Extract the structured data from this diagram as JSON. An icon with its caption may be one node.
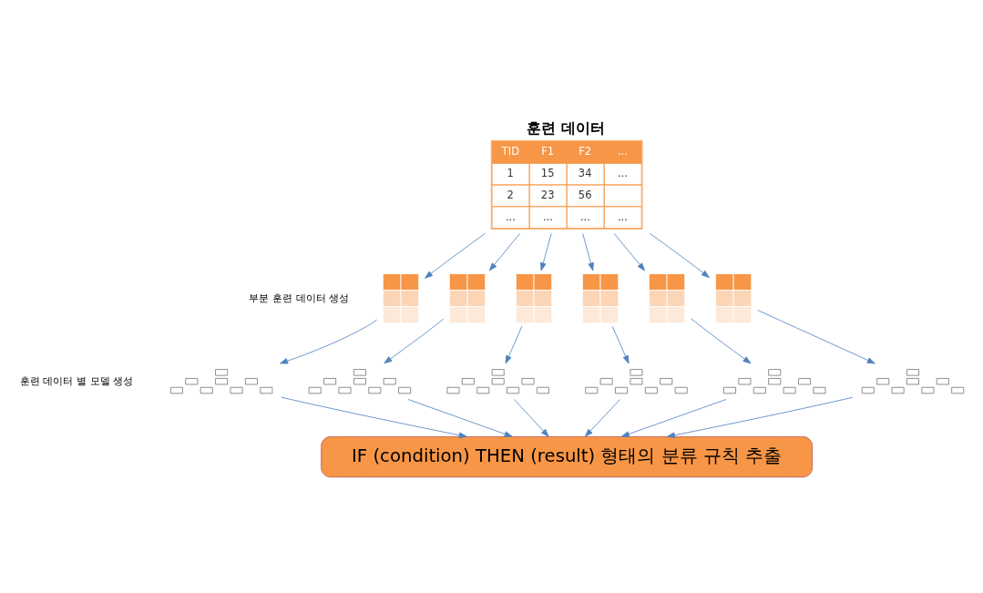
{
  "diagram": {
    "nodes": [
      {
        "text": [
          "훈련 데이터",
          "TID",
          "F1",
          "F2",
          "...",
          "1",
          "15",
          "34",
          "...",
          "2",
          "23",
          "56",
          "...",
          "...",
          "...",
          "..."
        ]
      },
      {
        "text": [],
        "shape": "box"
      },
      {
        "text": [],
        "shape": "box"
      },
      {
        "text": [],
        "shape": "box"
      },
      {
        "text": [],
        "shape": "box"
      },
      {
        "text": [],
        "shape": "box"
      },
      {
        "text": [],
        "shape": "box"
      },
      {
        "text": [],
        "shape": "picture"
      },
      {
        "text": [],
        "shape": "picture"
      },
      {
        "text": [],
        "shape": "picture"
      },
      {
        "text": [],
        "shape": "picture"
      },
      {
        "text": [],
        "shape": "picture"
      },
      {
        "text": [],
        "shape": "picture"
      },
      {
        "text": [
          "IF (condition) THEN (result) 형태의 분류 규칙 추출"
        ]
      }
    ],
    "edges": [
      {
        "from": 0,
        "to": 1,
        "arrow": "to"
      },
      {
        "from": 0,
        "to": 2,
        "arrow": "to"
      },
      {
        "from": 0,
        "to": 3,
        "arrow": "to"
      },
      {
        "from": 0,
        "to": 4,
        "arrow": "to"
      },
      {
        "from": 0,
        "to": 5,
        "arrow": "to"
      },
      {
        "from": 0,
        "to": 6,
        "arrow": "to"
      },
      {
        "from": 1,
        "to": 7,
        "arrow": "to"
      },
      {
        "from": 2,
        "to": 8,
        "arrow": "to"
      },
      {
        "from": 3,
        "to": 9,
        "arrow": "to"
      },
      {
        "from": 4,
        "to": 10,
        "arrow": "to"
      },
      {
        "from": 5,
        "to": 11,
        "arrow": "to"
      },
      {
        "from": 6,
        "to": 12,
        "arrow": "to"
      },
      {
        "from": 7,
        "to": 13,
        "arrow": "to"
      },
      {
        "from": 8,
        "to": 13,
        "arrow": "to"
      },
      {
        "from": 9,
        "to": 13,
        "arrow": "to"
      },
      {
        "from": 10,
        "to": 13,
        "arrow": "to"
      },
      {
        "from": 11,
        "to": 13,
        "arrow": "to"
      },
      {
        "from": 12,
        "to": 13,
        "arrow": "to"
      }
    ],
    "labels": [
      "부분 훈련 데이터 생성",
      "훈련 데이터 별 모델 생성"
    ]
  }
}
